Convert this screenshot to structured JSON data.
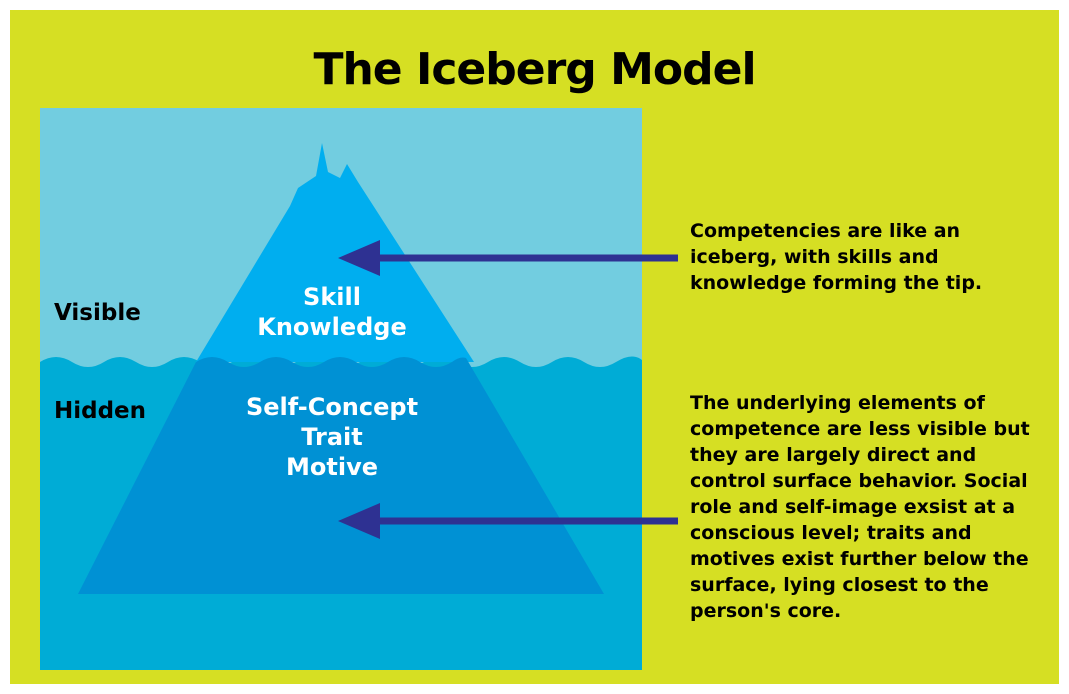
{
  "title": "The Iceberg Model",
  "zones": {
    "visible": "Visible",
    "hidden": "Hidden"
  },
  "iceberg": {
    "tip_items": [
      "Skill",
      "Knowledge"
    ],
    "base_items": [
      "Self-Concept",
      "Trait",
      "Motive"
    ]
  },
  "callouts": {
    "top": "Competencies are like an iceberg, with skills and knowledge forming the tip.",
    "bottom": "The underlying elements of competence are less visible but they are largely direct and control surface behavior. Social role and self-image exsist at a conscious level; traits and motives exist further below the surface, lying closest to the person's core."
  },
  "colors": {
    "background": "#d6df23",
    "sky": "#72cde0",
    "water": "#00acd6",
    "iceberg_tip": "#00aeef",
    "iceberg_base": "#0091d4",
    "arrow": "#2e3192"
  }
}
